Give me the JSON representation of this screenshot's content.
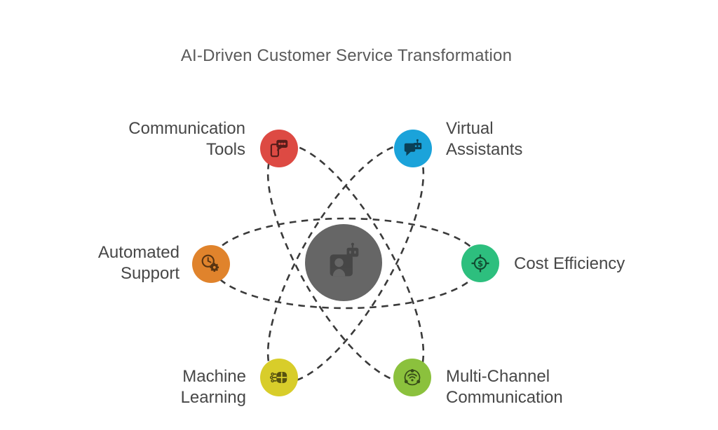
{
  "title": "AI-Driven Customer Service Transformation",
  "colors": {
    "background": "#ffffff",
    "title": "#5a5a5a",
    "label": "#474747",
    "orbit": "#3a3a3a",
    "hub": "#666666"
  },
  "hub": {
    "icon": "customer-profile-robot-icon"
  },
  "nodes": [
    {
      "id": "communication-tools",
      "label": "Communication\nTools",
      "icon": "phone-chat-icon",
      "color": "#dd4a43"
    },
    {
      "id": "virtual-assistants",
      "label": "Virtual\nAssistants",
      "icon": "chat-robot-icon",
      "color": "#1ba3da"
    },
    {
      "id": "automated-support",
      "label": "Automated\nSupport",
      "icon": "clock-gear-icon",
      "color": "#e0832c"
    },
    {
      "id": "cost-efficiency",
      "label": "Cost Efficiency",
      "icon": "dollar-target-icon",
      "color": "#2dbf7e"
    },
    {
      "id": "machine-learning",
      "label": "Machine\nLearning",
      "icon": "brain-circuit-icon",
      "color": "#d8cd2a"
    },
    {
      "id": "multi-channel-communication",
      "label": "Multi-Channel\nCommunication",
      "icon": "network-wifi-icon",
      "color": "#8bc13d"
    }
  ]
}
